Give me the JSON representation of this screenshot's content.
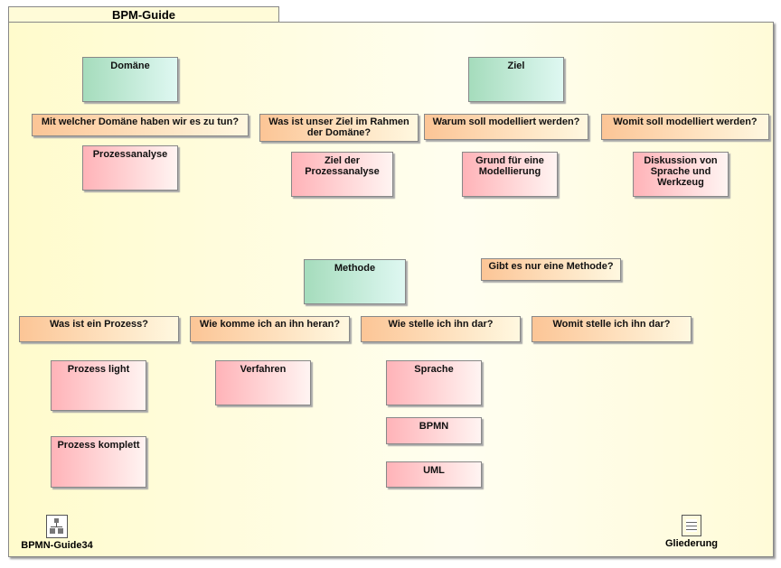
{
  "title": "BPM-Guide",
  "nodes": [
    {
      "text": "Domäne",
      "kind": "category"
    },
    {
      "text": "Ziel",
      "kind": "category"
    },
    {
      "text": "Methode",
      "kind": "category"
    },
    {
      "text": "Mit welcher Domäne haben wir es zu tun?",
      "kind": "question"
    },
    {
      "text": "Was ist unser Ziel im Rahmen der Domäne?",
      "kind": "question"
    },
    {
      "text": "Warum soll modelliert werden?",
      "kind": "question"
    },
    {
      "text": "Womit soll modelliert werden?",
      "kind": "question"
    },
    {
      "text": "Gibt es nur eine Methode?",
      "kind": "question"
    },
    {
      "text": "Was ist ein Prozess?",
      "kind": "question"
    },
    {
      "text": "Wie komme ich an ihn heran?",
      "kind": "question"
    },
    {
      "text": "Wie stelle ich ihn dar?",
      "kind": "question"
    },
    {
      "text": "Womit stelle ich ihn dar?",
      "kind": "question"
    },
    {
      "text": "Prozessanalyse",
      "kind": "topic"
    },
    {
      "text": "Ziel der Prozessanalyse",
      "kind": "topic"
    },
    {
      "text": "Grund für eine Modellierung",
      "kind": "topic"
    },
    {
      "text": "Diskussion von Sprache und Werkzeug",
      "kind": "topic"
    },
    {
      "text": "Prozess light",
      "kind": "topic"
    },
    {
      "text": "Verfahren",
      "kind": "topic"
    },
    {
      "text": "Sprache",
      "kind": "topic"
    },
    {
      "text": "BPMN",
      "kind": "topic"
    },
    {
      "text": "UML",
      "kind": "topic"
    },
    {
      "text": "Prozess komplett",
      "kind": "topic"
    }
  ],
  "links": [
    {
      "label": "BPMN-Guide34",
      "icon": "diagram-icon"
    },
    {
      "label": "Gliederung",
      "icon": "document-icon"
    }
  ]
}
